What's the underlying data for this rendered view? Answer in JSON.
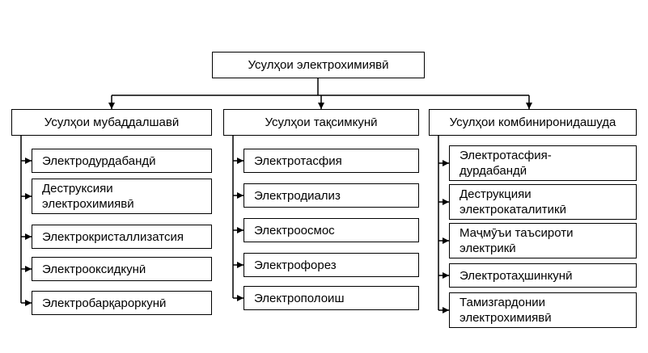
{
  "root": {
    "label": "Усулҳои электрохимиявӣ"
  },
  "colors": {
    "line": "#000000",
    "box_border": "#000000",
    "background": "#ffffff"
  },
  "columns": [
    {
      "header": "Усулҳои мубаддалшавӣ",
      "items": [
        "Электродурдабандӣ",
        "Деструксияи\nэлектрохимиявӣ",
        "Электрокристаллизатсия",
        "Электрооксидкунӣ",
        "Электробарқароркунӣ"
      ]
    },
    {
      "header": "Усулҳои тақсимкунӣ",
      "items": [
        "Электротасфия",
        "Электродиализ",
        "Электроосмос",
        "Электрофорез",
        "Электрополоиш"
      ]
    },
    {
      "header": "Усулҳои комбиниронидашуда",
      "items": [
        "Электротасфия-\nдурдабандӣ",
        "Деструкцияи\nэлектрокаталитикӣ",
        "Маҷмӯъи таъсироти\nэлектрикӣ",
        "Электротаҳшинкунӣ",
        "Тамизгардонии\nэлектрохимиявӣ"
      ]
    }
  ]
}
